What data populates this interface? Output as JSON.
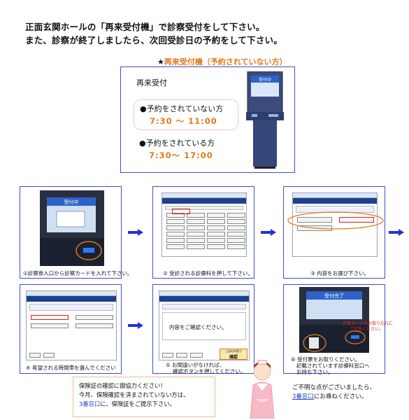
{
  "heading": {
    "line1": "正面玄関ホールの「再来受付機」で診察受付をして下さい。",
    "line2": "また、診察が終了しましたら、次回受診日の予約をして下さい。"
  },
  "subtitle": {
    "star": "★",
    "text": "再来受付機（予約されていない方）"
  },
  "top_panel": {
    "title": "再来受付",
    "not_reserved": {
      "label": "●予約をされていない方",
      "time": "7:30 ～ 11:00"
    },
    "reserved": {
      "label": "●予約をされている方",
      "time": "7:30～ 17:00"
    },
    "kiosk_screen_text": "受付中"
  },
  "steps": [
    {
      "caption": "①診察券入口から診察カードを入れて下さい。",
      "screen_text": "受付中"
    },
    {
      "caption": "② 受診される診療科を押して下さい。"
    },
    {
      "caption": "③ 内容をお選び下さい。"
    },
    {
      "caption": "④ 希望される時間帯を選んでください"
    },
    {
      "caption_line1": "⑤ お間違いがなければ、",
      "caption_line2": "確認ボタンを押してください。",
      "confirm_hint": "上記の内容で",
      "confirm_button": "確認",
      "screen_message": "内容をご確認ください。"
    },
    {
      "caption_line1": "⑥ 受付票をお取りください。",
      "caption_line2": "記載されています診療科窓口へ",
      "caption_line3": "お持ち下さい。",
      "screen_text": "受付完了",
      "overlay_note_1": "診察カードのお取り忘れに",
      "overlay_note_2": "ご注意ください。"
    }
  ],
  "note_left": {
    "line1": "保険証の確認に御協力ください！",
    "line2": "今月、保険確認を済まされていない方は、",
    "line3_blue": "3番窓口",
    "line3_rest": "に、保険証をご提示下さい。"
  },
  "note_right": {
    "line1": "ご不明な点がございましたら、",
    "line2_blue": "3番窓口",
    "line2_rest": "にお尋ねください。"
  },
  "colors": {
    "accent_blue": "#3b4fd0",
    "accent_orange": "#e07a1c",
    "text_blue": "#1e46c8",
    "red": "#e02020"
  }
}
